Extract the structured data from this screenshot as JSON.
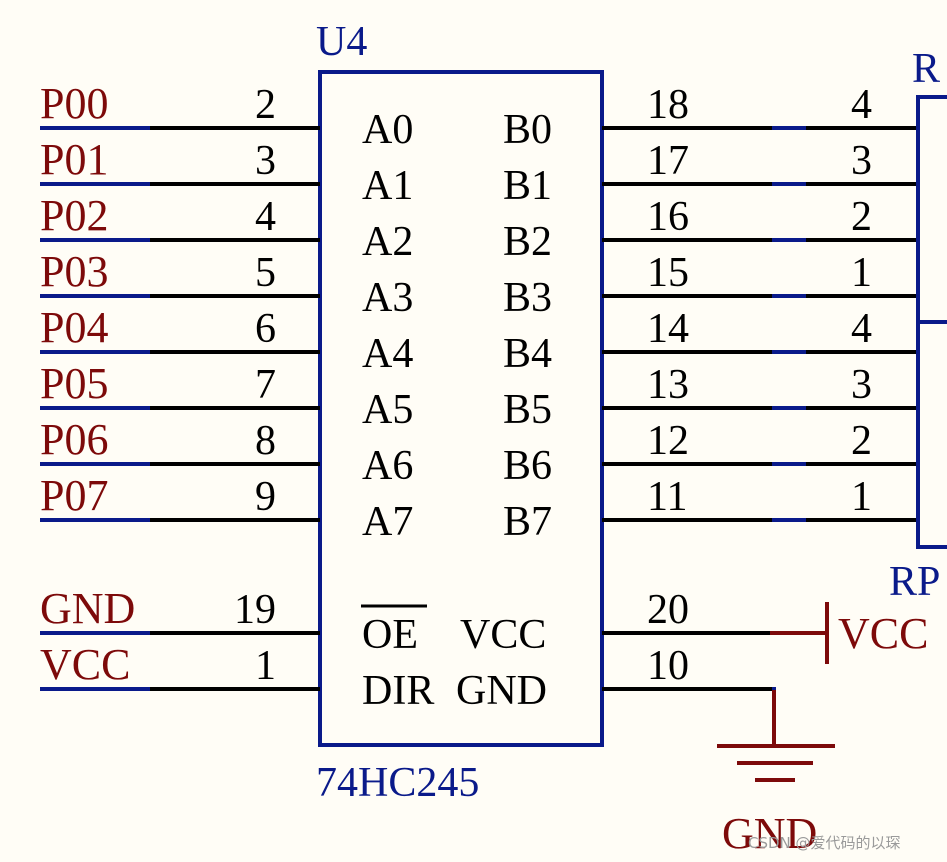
{
  "component": {
    "designator": "U4",
    "part": "74HC245",
    "left_pins": [
      {
        "net": "P00",
        "num": "2",
        "name": "A0"
      },
      {
        "net": "P01",
        "num": "3",
        "name": "A1"
      },
      {
        "net": "P02",
        "num": "4",
        "name": "A2"
      },
      {
        "net": "P03",
        "num": "5",
        "name": "A3"
      },
      {
        "net": "P04",
        "num": "6",
        "name": "A4"
      },
      {
        "net": "P05",
        "num": "7",
        "name": "A5"
      },
      {
        "net": "P06",
        "num": "8",
        "name": "A6"
      },
      {
        "net": "P07",
        "num": "9",
        "name": "A7"
      },
      {
        "net": "GND",
        "num": "19",
        "name": "OE",
        "overbar": true
      },
      {
        "net": "VCC",
        "num": "1",
        "name": "DIR"
      }
    ],
    "right_pins": [
      {
        "name": "B0",
        "num": "18",
        "rp_num": "4"
      },
      {
        "name": "B1",
        "num": "17",
        "rp_num": "3"
      },
      {
        "name": "B2",
        "num": "16",
        "rp_num": "2"
      },
      {
        "name": "B3",
        "num": "15",
        "rp_num": "1"
      },
      {
        "name": "B4",
        "num": "14",
        "rp_num": "4"
      },
      {
        "name": "B5",
        "num": "13",
        "rp_num": "3"
      },
      {
        "name": "B6",
        "num": "12",
        "rp_num": "2"
      },
      {
        "name": "B7",
        "num": "11",
        "rp_num": "1"
      },
      {
        "name": "VCC",
        "num": "20"
      },
      {
        "name": "GND",
        "num": "10"
      }
    ]
  },
  "power": {
    "vcc_label": "VCC",
    "gnd_label": "GND"
  },
  "resistor_pack_labels": {
    "top": "R",
    "bottom": "RP"
  },
  "watermark": "CSDN @爱代码的以琛",
  "colors": {
    "wire": "#000000",
    "pin_end": "#0a1a8a",
    "body": "#0a1a8a",
    "net_label": "#7d0a0a",
    "power": "#7d0a0a"
  }
}
